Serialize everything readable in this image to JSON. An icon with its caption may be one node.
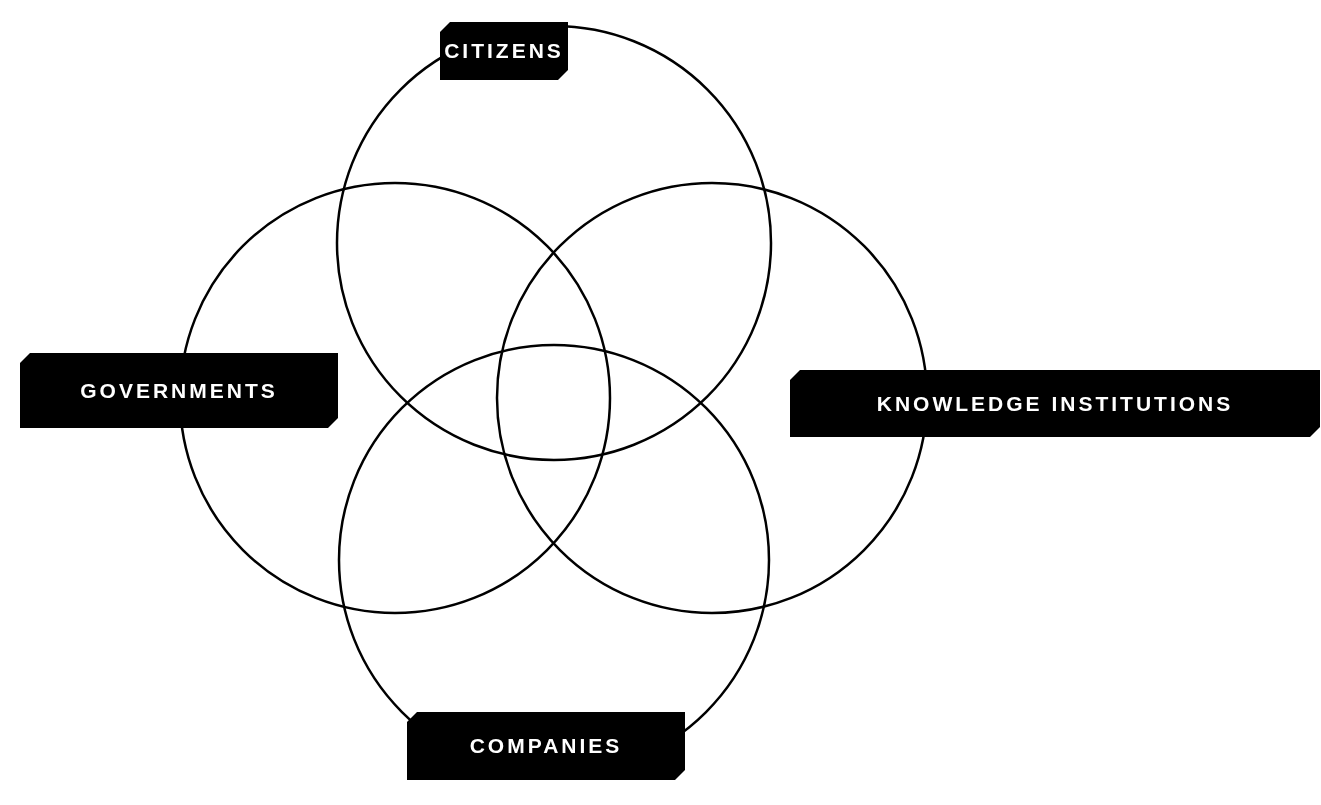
{
  "diagram": {
    "nodes": [
      {
        "text": [
          "CITIZENS"
        ]
      },
      {
        "text": [
          "GOVERNMENTS"
        ]
      },
      {
        "text": [
          "KNOWLEDGE INSTITUTIONS"
        ]
      },
      {
        "text": [
          "COMPANIES"
        ]
      }
    ],
    "edges": []
  }
}
